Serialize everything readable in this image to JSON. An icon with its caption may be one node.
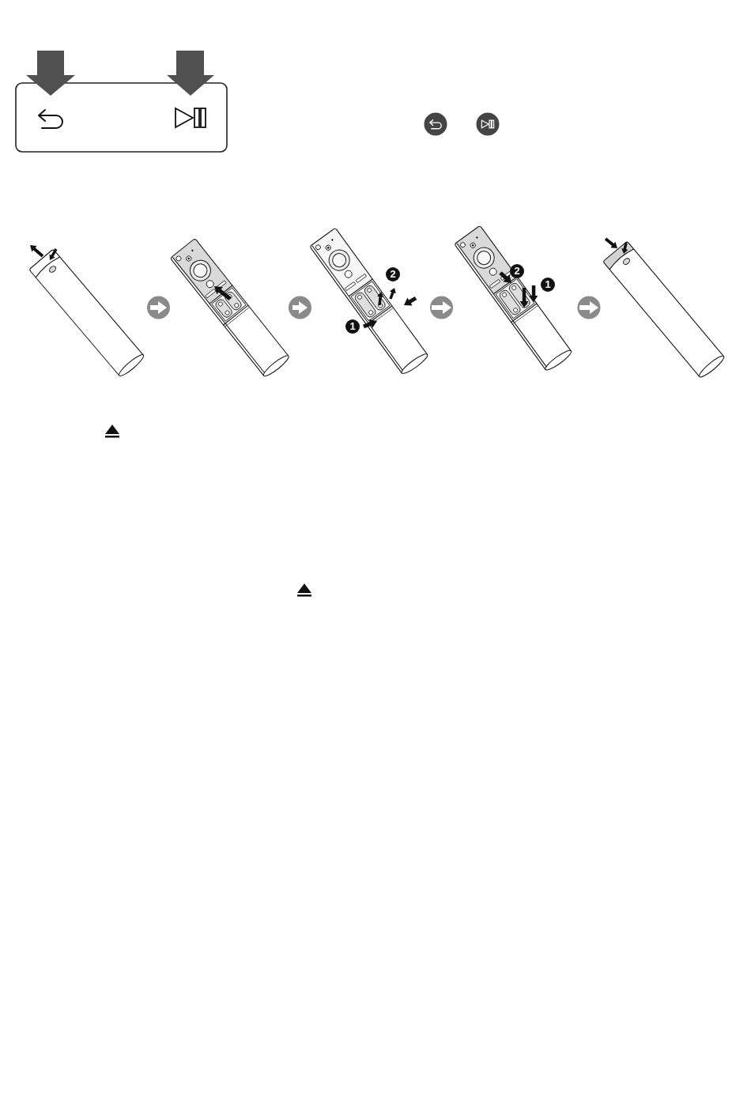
{
  "diagram": {
    "nodes": [
      {
        "text": [],
        "shape": "picture"
      },
      {
        "text": [],
        "shape": "picture"
      },
      {
        "text": [],
        "shape": "picture"
      },
      {
        "text": [],
        "shape": "picture"
      },
      {
        "text": [],
        "shape": "picture"
      }
    ],
    "edges": [
      {
        "from": 0,
        "to": 1,
        "arrow": "to"
      },
      {
        "from": 1,
        "to": 2,
        "arrow": "to"
      },
      {
        "from": 2,
        "to": 3,
        "arrow": "to"
      },
      {
        "from": 3,
        "to": 4,
        "arrow": "to"
      }
    ],
    "labels": [
      "2",
      "1",
      "2",
      "1"
    ]
  }
}
